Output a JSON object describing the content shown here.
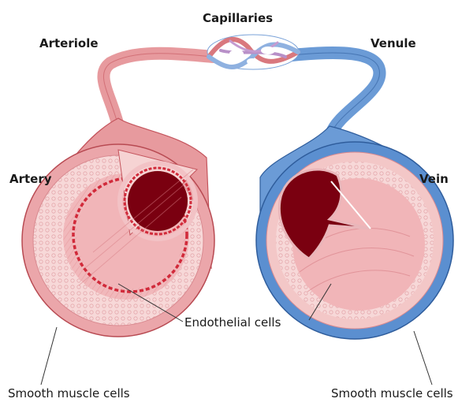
{
  "labels": {
    "capillaries": "Capillaries",
    "arteriole": "Arteriole",
    "venule": "Venule",
    "artery": "Artery",
    "vein": "Vein",
    "endothelial": "Endothelial cells",
    "smooth_left": "Smooth muscle cells",
    "smooth_right": "Smooth muscle cells"
  },
  "colors": {
    "artery_outer": "#e8a0a4",
    "artery_stroke": "#c4555d",
    "artery_wall": "#f6d3d3",
    "artery_lumen": "#7a0010",
    "internal_lamina": "#d12a3a",
    "vein_outer": "#5b8fd0",
    "vein_stroke": "#2f5d9c",
    "vein_wall": "#f3c7c7",
    "vein_lumen": "#7a0010",
    "connector_red": "#e79a9e",
    "connector_blue": "#6b9bd6"
  }
}
